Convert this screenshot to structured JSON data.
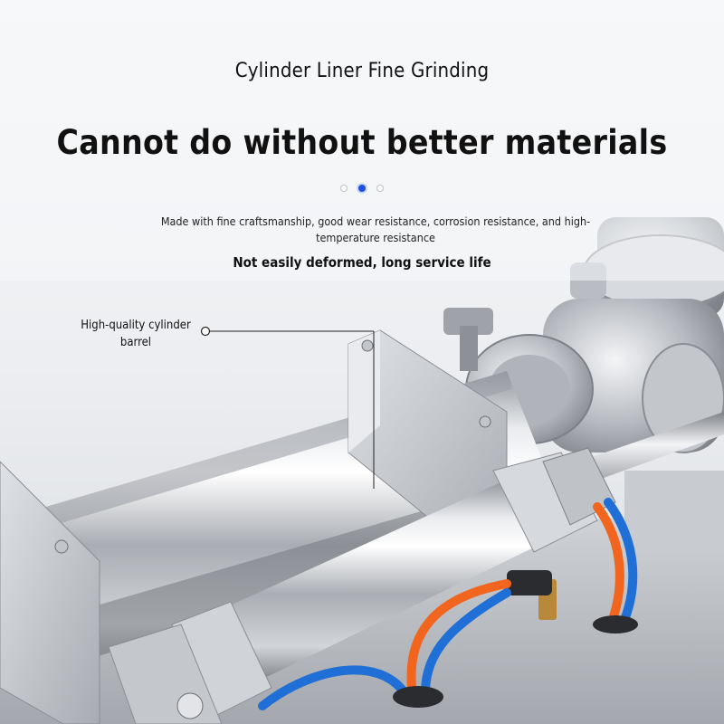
{
  "header": {
    "subtitle": "Cylinder Liner Fine Grinding",
    "title": "Cannot do without better materials"
  },
  "carousel": {
    "dot_count": 3,
    "active_index": 1,
    "accent_color": "#1e4fd8"
  },
  "body": {
    "description": "Made with fine craftsmanship, good wear resistance, corrosion resistance, and high-temperature resistance",
    "highlight": "Not easily deformed, long service life"
  },
  "callout": {
    "label": "High-quality cylinder barrel"
  },
  "colors": {
    "tubing_orange": "#f2651f",
    "tubing_blue": "#1f6fd6",
    "metal": "#c9ccd1"
  }
}
